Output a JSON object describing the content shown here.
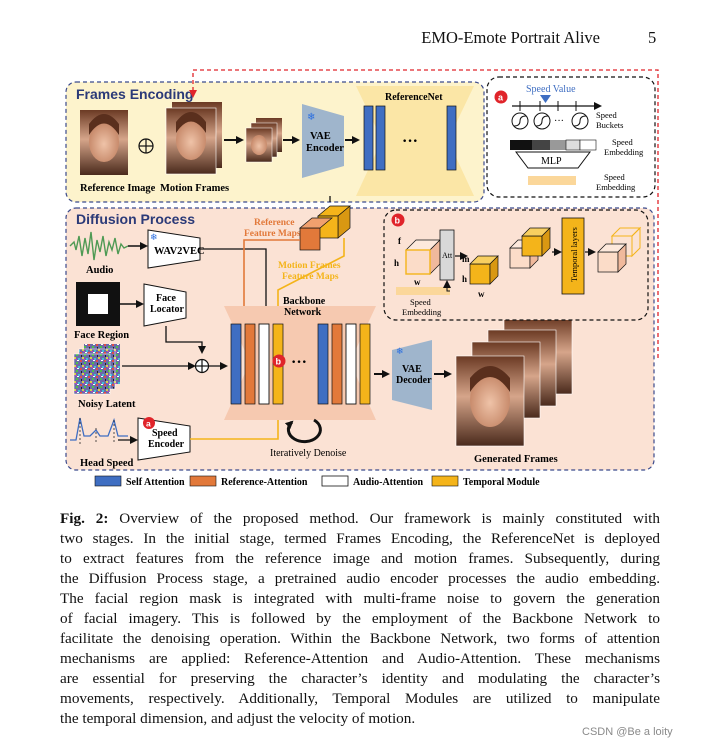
{
  "header": {
    "title": "EMO-Emote Portrait Alive",
    "page_number": "5"
  },
  "figure": {
    "frames_encoding": {
      "title": "Frames Encoding",
      "reference_image_label": "Reference Image",
      "motion_frames_label": "Motion Frames",
      "vae_encoder_label": [
        "VAE",
        "Encoder"
      ],
      "referencenet_label": "ReferenceNet"
    },
    "panel_a": {
      "badge": "a",
      "speed_value_label": "Speed Value",
      "speed_buckets_label": [
        "Speed",
        "Buckets"
      ],
      "speed_embedding_label": [
        "Speed",
        "Embedding"
      ],
      "mlp_label": "MLP",
      "speed_embedding_out_label": [
        "Speed",
        "Embedding"
      ]
    },
    "diffusion_process": {
      "title": "Diffusion Process",
      "audio_label": "Audio",
      "wav2vec_label": "WAV2VEC",
      "face_region_label": "Face Region",
      "face_locator_label": [
        "Face",
        "Locator"
      ],
      "noisy_latent_label": "Noisy Latent",
      "head_speed_label": "Head Speed",
      "speed_encoder_label": [
        "Speed",
        "Encoder"
      ],
      "speed_encoder_badge": "a",
      "reference_feature_maps_label": [
        "Reference",
        "Feature Maps"
      ],
      "motion_frames_feature_maps_label": [
        "Motion Frames",
        "Feature Maps"
      ],
      "backbone_label": [
        "Backbone",
        "Network"
      ],
      "backbone_badge": "b",
      "vae_decoder_label": [
        "VAE",
        "Decoder"
      ],
      "iteratively_denoise_label": "Iteratively Denoise",
      "generated_frames_label": "Generated Frames"
    },
    "panel_b": {
      "badge": "b",
      "f_label": "f",
      "h_label": "h",
      "w_label": "w",
      "m_label": "m",
      "h2_label": "h",
      "w2_label": "w",
      "att_label": "Att",
      "speed_embedding_label": [
        "Speed",
        "Embedding"
      ],
      "temporal_layers_label": "Temporal layers"
    },
    "legend": [
      {
        "label": "Self Attention",
        "color": "#3f6ec2"
      },
      {
        "label": "Reference-Attention",
        "color": "#e2793a"
      },
      {
        "label": "Audio-Attention",
        "color": "#ffffff"
      },
      {
        "label": "Temporal Module",
        "color": "#f4b41a"
      }
    ],
    "colors": {
      "frames_encoding_bg": "#fdf3cc",
      "diffusion_bg": "#fbe2d4",
      "dashed_border": "#3b4a8c",
      "red_dashed": "#e0242a",
      "vae": "#9fb5cc",
      "referencenet_bg": "#fbe6a6",
      "backbone_bg": "#f6c9b0"
    }
  },
  "caption": {
    "label": "Fig. 2:",
    "lines": [
      "Overview of the proposed method. Our framework is mainly constituted with",
      "two stages. In the initial stage, termed Frames Encoding, the ReferenceNet is deployed",
      "to extract features from the reference image and motion frames. Subsequently, during",
      "the Diffusion Process stage, a pretrained audio encoder processes the audio embedding.",
      "The facial region mask is integrated with multi-frame noise to govern the generation",
      "of facial imagery. This is followed by the employment of the Backbone Network to",
      "facilitate the denoising operation. Within the Backbone Network, two forms of attention",
      "mechanisms are applied: Reference-Attention and Audio-Attention. These mechanisms",
      "are essential for preserving the character’s identity and modulating the character’s",
      "movements, respectively. Additionally, Temporal Modules are utilized to manipulate",
      "the temporal dimension, and adjust the velocity of motion."
    ]
  },
  "watermark": "CSDN @Be a loity"
}
